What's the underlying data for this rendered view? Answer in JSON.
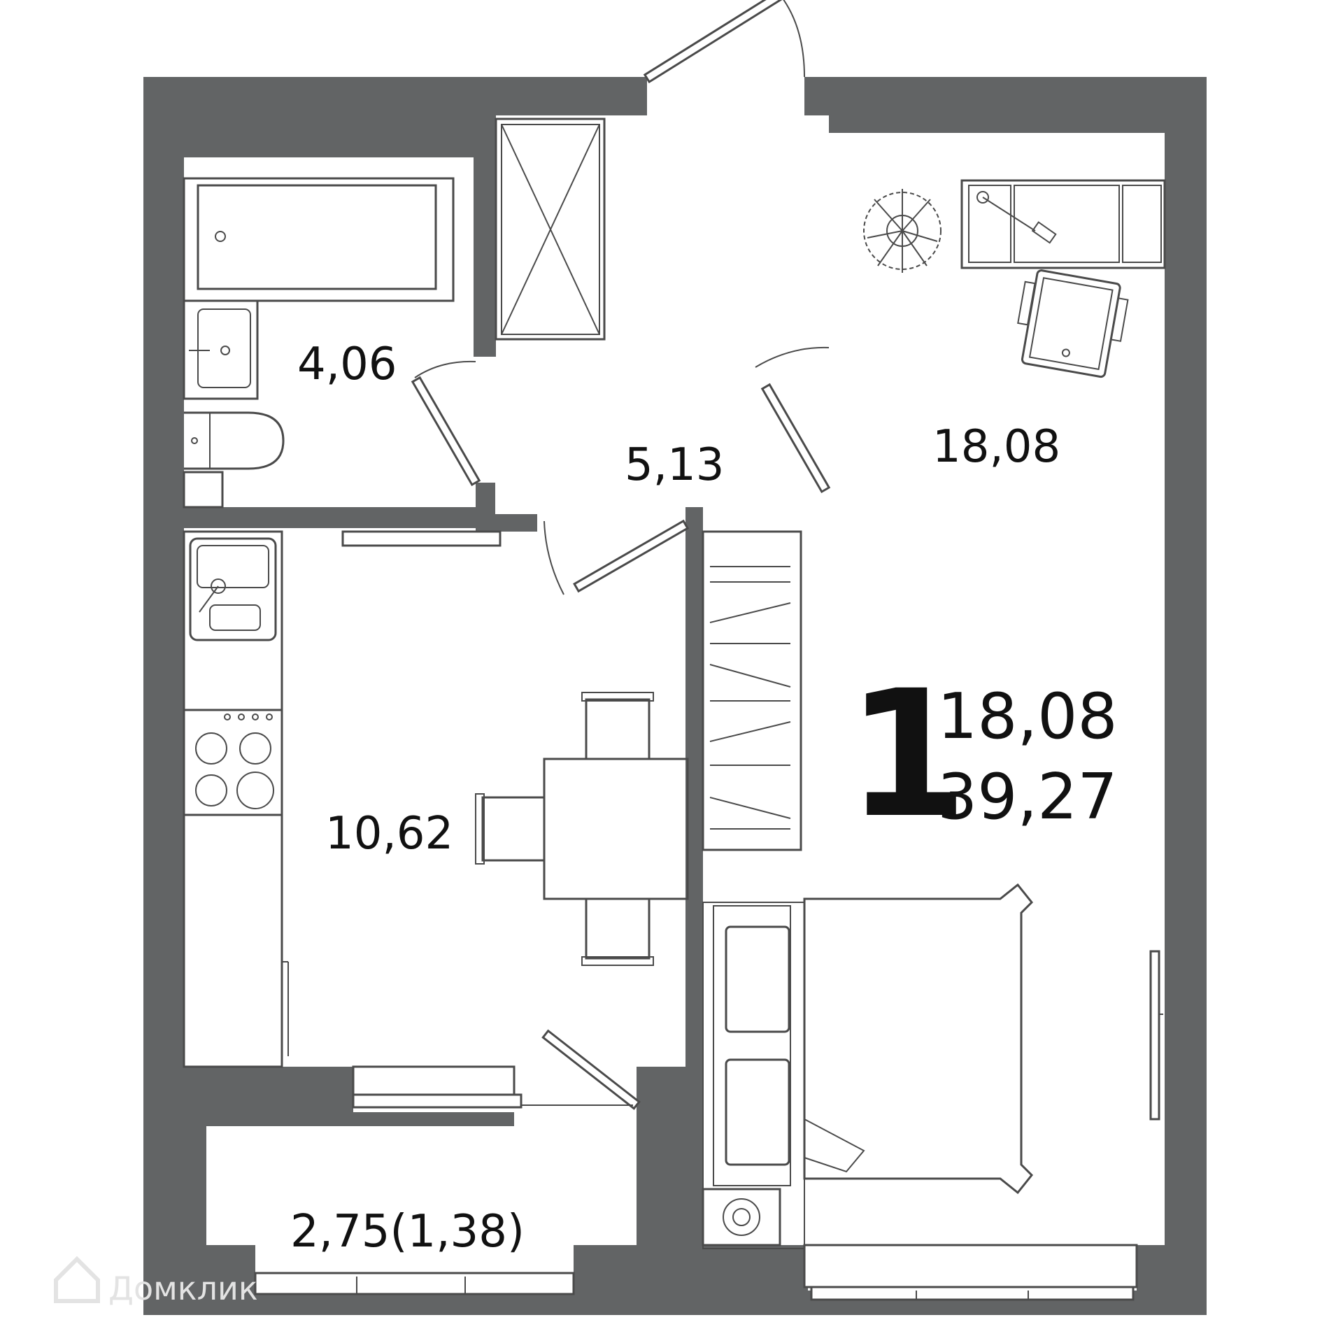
{
  "rooms": {
    "bathroom_area": "4,06",
    "hall_area": "5,13",
    "room_area": "18,08",
    "kitchen_area": "10,62",
    "loggia_area": "2,75(1,38)"
  },
  "summary": {
    "rooms_count": "1",
    "living_area": "18,08",
    "total_area": "39,27"
  },
  "watermark": "Домклик",
  "colors": {
    "wall": "#626465",
    "line": "#4a4a4a",
    "background": "#ffffff"
  }
}
